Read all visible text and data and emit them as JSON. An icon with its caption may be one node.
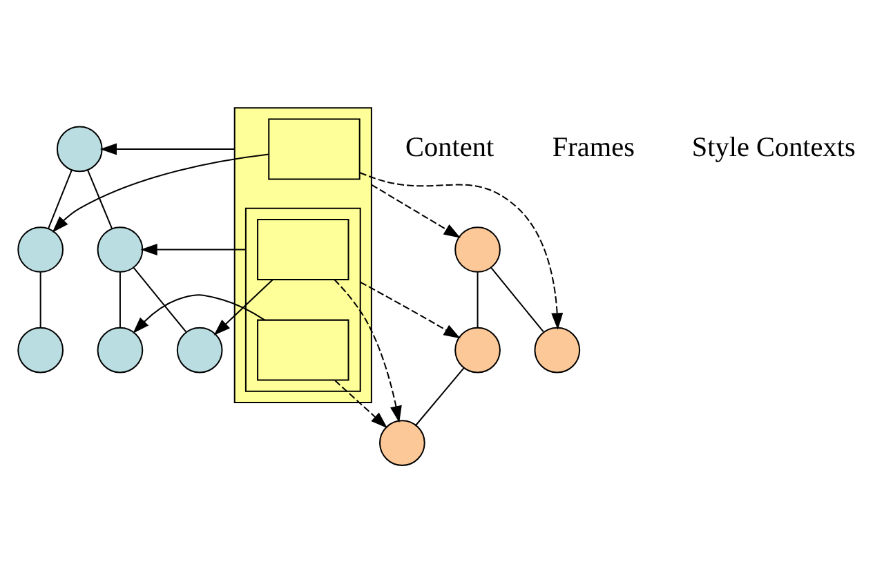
{
  "diagram": {
    "nodes": [
      {
        "text": [],
        "shape": "circle"
      },
      {
        "text": [],
        "shape": "circle"
      },
      {
        "text": [],
        "shape": "circle"
      },
      {
        "text": [],
        "shape": "circle"
      },
      {
        "text": [],
        "shape": "circle"
      },
      {
        "text": [],
        "shape": "circle"
      },
      {
        "text": [],
        "shape": "box"
      },
      {
        "text": [],
        "shape": "box",
        "in": 6
      },
      {
        "text": [],
        "shape": "box",
        "in": 6
      },
      {
        "text": [],
        "shape": "box",
        "in": 8
      },
      {
        "text": [],
        "shape": "box",
        "in": 8
      },
      {
        "text": [],
        "shape": "circle"
      },
      {
        "text": [],
        "shape": "circle"
      },
      {
        "text": [],
        "shape": "circle"
      },
      {
        "text": [],
        "shape": "circle"
      }
    ],
    "edges": [
      {
        "from": 0,
        "to": 1,
        "arrow": "none"
      },
      {
        "from": 0,
        "to": 2,
        "arrow": "none"
      },
      {
        "from": 1,
        "to": 3,
        "arrow": "none"
      },
      {
        "from": 2,
        "to": 4,
        "arrow": "none"
      },
      {
        "from": 2,
        "to": 5,
        "arrow": "none"
      },
      {
        "from": 11,
        "to": 12,
        "arrow": "none"
      },
      {
        "from": 11,
        "to": 13,
        "arrow": "none"
      },
      {
        "from": 13,
        "to": 14,
        "arrow": "none"
      },
      {
        "from": 6,
        "to": 0,
        "arrow": "to"
      },
      {
        "from": 7,
        "to": 1,
        "arrow": "to"
      },
      {
        "from": 8,
        "to": 2,
        "arrow": "to"
      },
      {
        "from": 9,
        "to": 5,
        "arrow": "to"
      },
      {
        "from": 10,
        "to": 4,
        "arrow": "to"
      },
      {
        "from": 6,
        "to": 11,
        "arrow": "to",
        "style": "dashed"
      },
      {
        "from": 7,
        "to": 12,
        "arrow": "to",
        "style": "dashed"
      },
      {
        "from": 8,
        "to": 13,
        "arrow": "to",
        "style": "dashed"
      },
      {
        "from": 9,
        "to": 14,
        "arrow": "to",
        "style": "dashed"
      },
      {
        "from": 10,
        "to": 14,
        "arrow": "to",
        "style": "dashed"
      }
    ],
    "labels": [
      "Content",
      "Frames",
      "Style Contexts"
    ]
  }
}
